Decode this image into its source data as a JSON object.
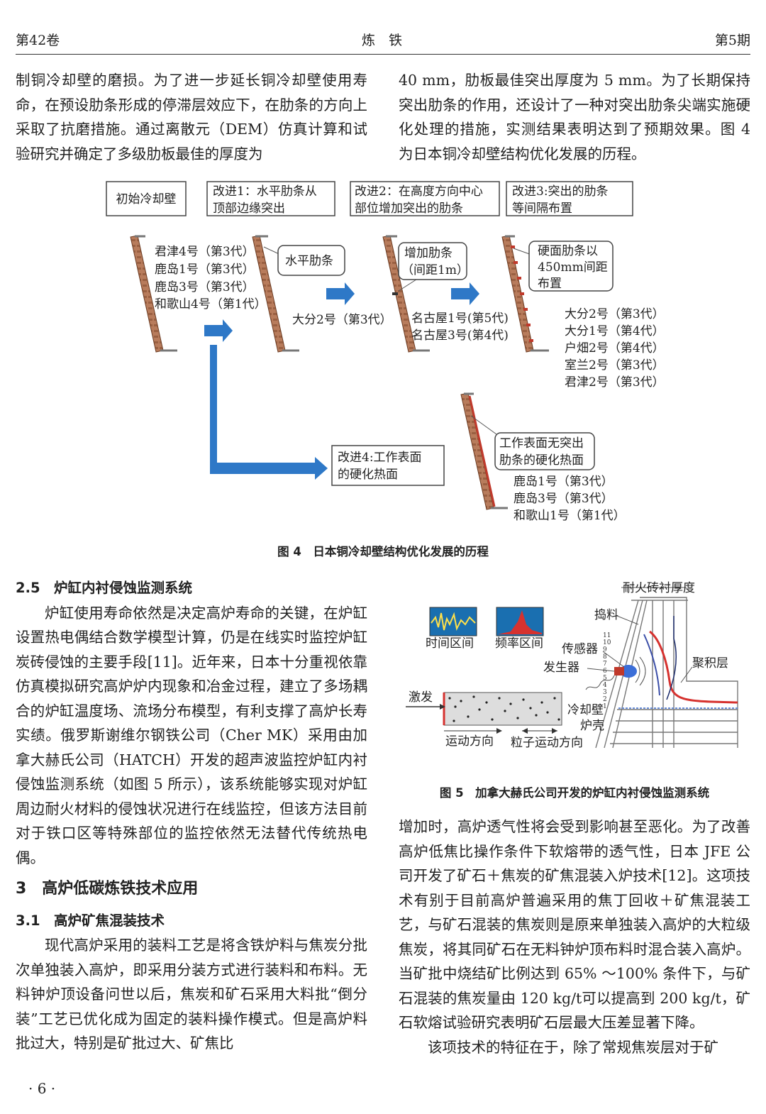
{
  "header": {
    "left": "第42卷",
    "center": "炼　铁",
    "right": "第5期"
  },
  "top": {
    "left_para": "制铜冷却壁的磨损。为了进一步延长铜冷却壁使用寿命，在预设肋条形成的停滞层效应下，在肋条的方向上采取了抗磨措施。通过离散元（DEM）仿真计算和试验研究并确定了多级肋板最佳的厚度为",
    "right_para": "40 mm，肋板最佳突出厚度为 5 mm。为了长期保持突出肋条的作用，还设计了一种对突出肋条尖端实施硬化处理的措施，实测结果表明达到了预期效果。图 4 为日本铜冷却壁结构优化发展的历程。"
  },
  "fig4": {
    "box_initial": "初始冷却壁",
    "box_imp1": [
      "改进1：水平肋条从",
      "顶部边缘突出"
    ],
    "box_imp2": [
      "改进2：在高度方向中心",
      "部位增加突出的肋条"
    ],
    "box_imp3": [
      "改进3:突出的肋条",
      "等间隔布置"
    ],
    "box_imp4": [
      "改进4:工作表面",
      "的硬化热面"
    ],
    "callout_1": "水平肋条",
    "callout_2": [
      "增加肋条",
      "（间距1m）"
    ],
    "callout_3": [
      "硬面肋条以",
      "450mm间距",
      "布置"
    ],
    "callout_4": [
      "工作表面无突出",
      "肋条的硬化热面"
    ],
    "furnaces_initial": [
      "君津4号（第3代）",
      "鹿岛1号（第3代）",
      "鹿岛3号（第3代）",
      "和歌山4号（第1代）"
    ],
    "furnaces_imp1": [
      "大分2号（第3代）"
    ],
    "furnaces_imp2": [
      "名古屋1号(第5代)",
      "名古屋3号(第4代)"
    ],
    "furnaces_imp3": [
      "大分2号（第3代）",
      "大分1号（第4代）",
      "户畑2号（第4代）",
      "室兰2号（第3代）",
      "君津2号（第3代）"
    ],
    "furnaces_imp4": [
      "鹿岛1号（第3代）",
      "鹿岛3号（第3代）",
      "和歌山1号（第1代）"
    ],
    "caption": "图 4　日本铜冷却壁结构优化发展的历程"
  },
  "sec25": {
    "title": "2.5　炉缸内衬侵蚀监测系统",
    "para": "炉缸使用寿命依然是决定高炉寿命的关键，在炉缸设置热电偶结合数学模型计算，仍是在线实时监控炉缸炭砖侵蚀的主要手段[11]。近年来，日本十分重视依靠仿真模拟研究高炉炉内现象和冶金过程，建立了多场耦合的炉缸温度场、流场分布模型，有利支撑了高炉长寿实绩。俄罗斯谢维尔钢铁公司（Cher MK）采用由加拿大赫氏公司（HATCH）开发的超声波监控炉缸内衬侵蚀监测系统（如图 5 所示），该系统能够实现对炉缸周边耐火材料的侵蚀状况进行在线监控，但该方法目前对于铁口区等特殊部位的监控依然无法替代传统热电偶。"
  },
  "sec3": {
    "title": "3　高炉低碳炼铁技术应用"
  },
  "sec31": {
    "title": "3.1　高炉矿焦混装技术",
    "para": "现代高炉采用的装料工艺是将含铁炉料与焦炭分批次单独装入高炉，即采用分装方式进行装料和布料。无料钟炉顶设备问世以后，焦炭和矿石采用大料批“倒分装”工艺已优化成为固定的装料操作模式。但是高炉料批过大，特别是矿批过大、矿焦比"
  },
  "fig5": {
    "labels": {
      "thickness": "耐火砖衬厚度",
      "ram": "捣料",
      "time": "时间区间",
      "freq": "频率区间",
      "sensor": "传感器",
      "generator": "发生器",
      "accum": "聚积层",
      "excite": "激发",
      "stave": "冷却壁",
      "shell": "炉壳",
      "motion": "运动方向",
      "particle": "粒子运动方向"
    },
    "scale": [
      "11",
      "10",
      "9",
      "8",
      "7",
      "6",
      "5",
      "4",
      "3",
      "2",
      "1"
    ],
    "caption": "图 5　加拿大赫氏公司开发的炉缸内衬侵蚀监测系统"
  },
  "right_bottom": {
    "para1": "增加时，高炉透气性将会受到影响甚至恶化。为了改善高炉低焦比操作条件下软熔带的透气性，日本 JFE 公司开发了矿石＋焦炭的矿焦混装入炉技术[12]。这项技术有别于目前高炉普遍采用的焦丁回收＋矿焦混装工艺，与矿石混装的焦炭则是原来单独装入高炉的大粒级焦炭，将其同矿石在无料钟炉顶布料时混合装入高炉。当矿批中烧结矿比例达到 65% ～100% 条件下，与矿石混装的焦炭量由 120 kg/t可以提高到 200 kg/t，矿石软熔试验研究表明矿石层最大压差显著下降。",
    "para2": "该项技术的特征在于，除了常规焦炭层对于矿"
  },
  "page_number": "· 6 ·"
}
